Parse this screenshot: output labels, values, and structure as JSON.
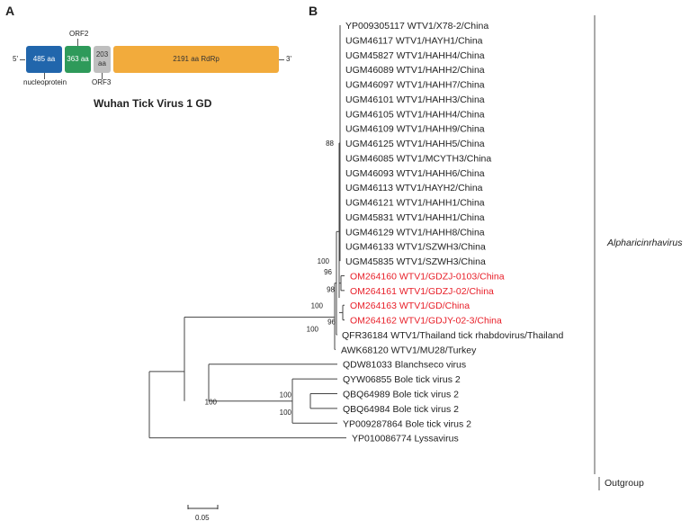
{
  "panels": {
    "a": "A",
    "b": "B"
  },
  "genome": {
    "five_prime": "5'",
    "three_prime": "3'",
    "nucleoprotein_size": "485 aa",
    "nucleoprotein_label": "nucleoprotein",
    "orf2_size": "363 aa",
    "orf2_label": "ORF2",
    "orf3_size_line1": "203",
    "orf3_size_line2": "aa",
    "orf3_label": "ORF3",
    "rdrp_size": "2191 aa RdRp",
    "title": "Wuhan Tick Virus 1 GD",
    "colors": {
      "nucleoprotein": "#2166ac",
      "orf2": "#2e9a5a",
      "orf3": "#bfbfbf",
      "rdrp": "#f2ab3c"
    }
  },
  "tree": {
    "taxa": [
      {
        "name": "YP009305117 WTV1/X78-2/China",
        "highlight": false
      },
      {
        "name": "UGM46117 WTV1/HAYH1/China",
        "highlight": false
      },
      {
        "name": "UGM45827 WTV1/HAHH4/China",
        "highlight": false
      },
      {
        "name": "UGM46089 WTV1/HAHH2/China",
        "highlight": false
      },
      {
        "name": "UGM46097 WTV1/HAHH7/China",
        "highlight": false
      },
      {
        "name": "UGM46101 WTV1/HAHH3/China",
        "highlight": false
      },
      {
        "name": "UGM46105 WTV1/HAHH4/China",
        "highlight": false
      },
      {
        "name": "UGM46109 WTV1/HAHH9/China",
        "highlight": false
      },
      {
        "name": "UGM46125 WTV1/HAHH5/China",
        "highlight": false
      },
      {
        "name": "UGM46085 WTV1/MCYTH3/China",
        "highlight": false
      },
      {
        "name": "UGM46093 WTV1/HAHH6/China",
        "highlight": false
      },
      {
        "name": "UGM46113 WTV1/HAYH2/China",
        "highlight": false
      },
      {
        "name": "UGM46121 WTV1/HAHH1/China",
        "highlight": false
      },
      {
        "name": "UGM45831 WTV1/HAHH1/China",
        "highlight": false
      },
      {
        "name": "UGM46129 WTV1/HAHH8/China",
        "highlight": false
      },
      {
        "name": "UGM46133 WTV1/SZWH3/China",
        "highlight": false
      },
      {
        "name": "UGM45835 WTV1/SZWH3/China",
        "highlight": false
      },
      {
        "name": "OM264160 WTV1/GDZJ-0103/China",
        "highlight": true
      },
      {
        "name": "OM264161 WTV1/GDZJ-02/China",
        "highlight": true
      },
      {
        "name": "OM264163 WTV1/GD/China",
        "highlight": true
      },
      {
        "name": "OM264162 WTV1/GDJY-02-3/China",
        "highlight": true
      },
      {
        "name": "QFR36184 WTV1/Thailand tick rhabdovirus/Thailand",
        "highlight": false
      },
      {
        "name": "AWK68120 WTV1/MU28/Turkey",
        "highlight": false
      },
      {
        "name": "QDW81033 Blanchseco virus",
        "highlight": false
      },
      {
        "name": "QYW06855 Bole tick virus 2",
        "highlight": false
      },
      {
        "name": "QBQ64989 Bole tick virus 2",
        "highlight": false
      },
      {
        "name": "QBQ64984 Bole tick virus 2",
        "highlight": false
      },
      {
        "name": "YP009287864 Bole tick virus 2",
        "highlight": false
      },
      {
        "name": "YP010086774 Lyssavirus",
        "highlight": false
      }
    ],
    "bootstrap": [
      "88",
      "100",
      "96",
      "98",
      "100",
      "96",
      "100",
      "100",
      "100",
      "100"
    ],
    "clades": {
      "main": "Alpharicinrhavirus",
      "outgroup": "Outgroup"
    },
    "scale_bar": "0.05",
    "highlight_color": "#e8202a"
  }
}
